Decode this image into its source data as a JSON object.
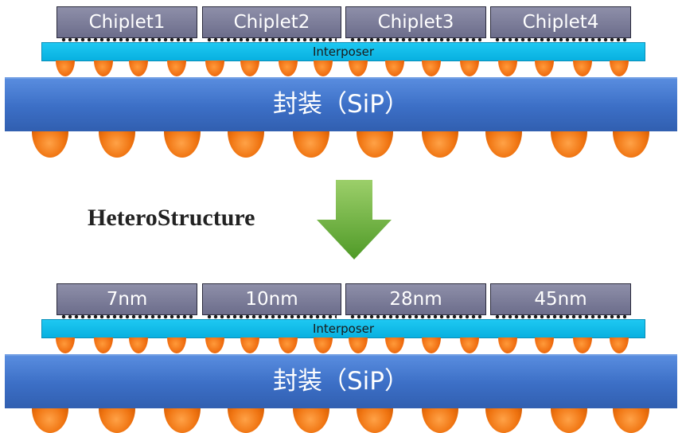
{
  "top_stack": {
    "chiplets": [
      "Chiplet1",
      "Chiplet2",
      "Chiplet3",
      "Chiplet4"
    ],
    "interposer_label": "Interposer",
    "package_label": "封装（SiP）"
  },
  "transition": {
    "label": "HeteroStructure",
    "arrow_icon": "green-down-arrow-icon"
  },
  "bottom_stack": {
    "chiplets": [
      "7nm",
      "10nm",
      "28nm",
      "45nm"
    ],
    "interposer_label": "Interposer",
    "package_label": "封装（SiP）"
  },
  "colors": {
    "chiplet": "#7a7b98",
    "interposer": "#12bbe8",
    "package": "#4479d4",
    "bump": "#f07512",
    "arrow": "#6cb33e"
  }
}
